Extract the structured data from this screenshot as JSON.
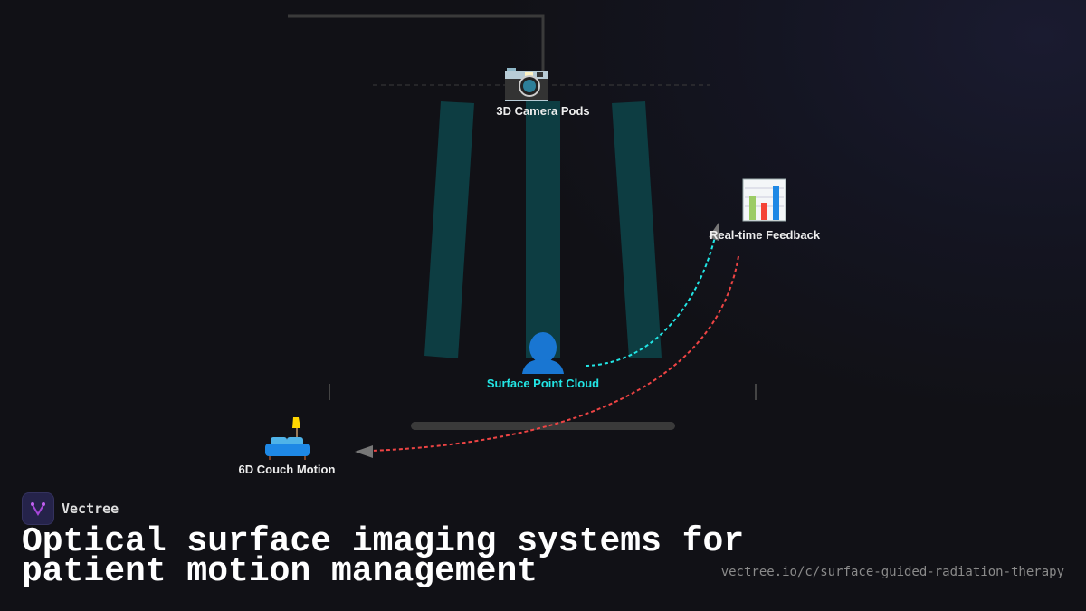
{
  "diagram": {
    "nodes": {
      "camera": {
        "label": "3D Camera Pods",
        "icon": "camera-icon"
      },
      "feedback": {
        "label": "Real-time Feedback",
        "icon": "bar-chart-icon"
      },
      "patient": {
        "label": "Surface Point Cloud",
        "icon": "person-icon"
      },
      "couch": {
        "label": "6D Couch Motion",
        "icon": "couch-icon"
      }
    },
    "colors": {
      "beam": "#0d3d42",
      "cyan_flow": "#22e5e5",
      "red_flow": "#ee4444",
      "patient_label": "#22e5e5"
    }
  },
  "footer": {
    "brand": "Vectree",
    "title_line1": "Optical surface imaging systems for",
    "title_line2": "patient motion management",
    "url": "vectree.io/c/surface-guided-radiation-therapy"
  }
}
